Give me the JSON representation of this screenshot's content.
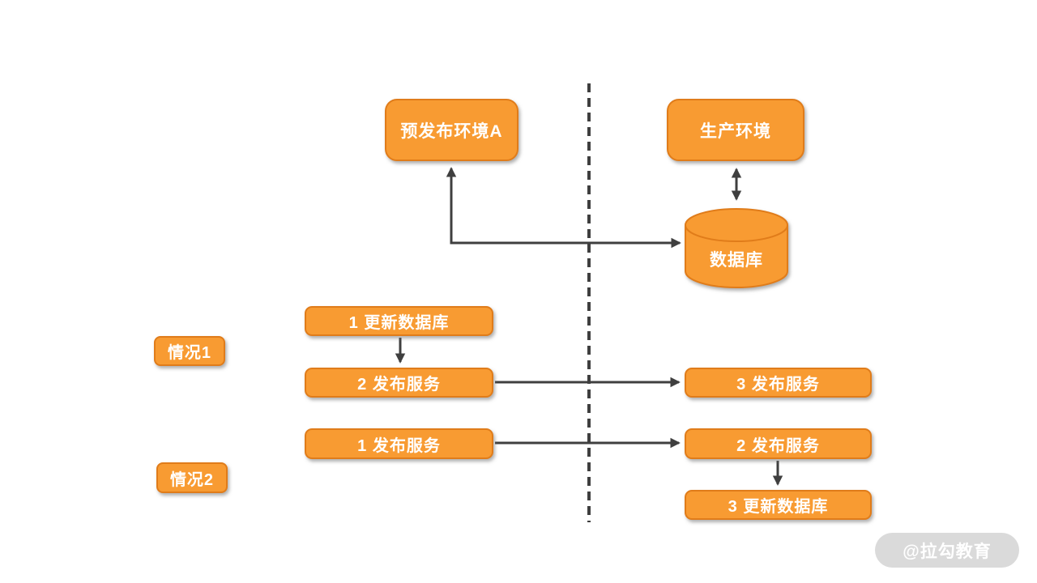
{
  "diagram": {
    "environments": {
      "pre_release": "预发布环境A",
      "production": "生产环境",
      "database": "数据库"
    },
    "case1": {
      "label": "情况1",
      "steps": [
        "1 更新数据库",
        "2 发布服务",
        "3 发布服务"
      ]
    },
    "case2": {
      "label": "情况2",
      "steps": [
        "1 发布服务",
        "2 发布服务",
        "3 更新数据库"
      ]
    },
    "watermark": "@拉勾教育",
    "colors": {
      "node_fill": "#F89B32",
      "node_border": "#E07C1A",
      "connector": "#3F3F3F",
      "watermark_bg": "#DADADA",
      "watermark_text": "#FFFFFF",
      "text": "#FFFFFF"
    }
  }
}
